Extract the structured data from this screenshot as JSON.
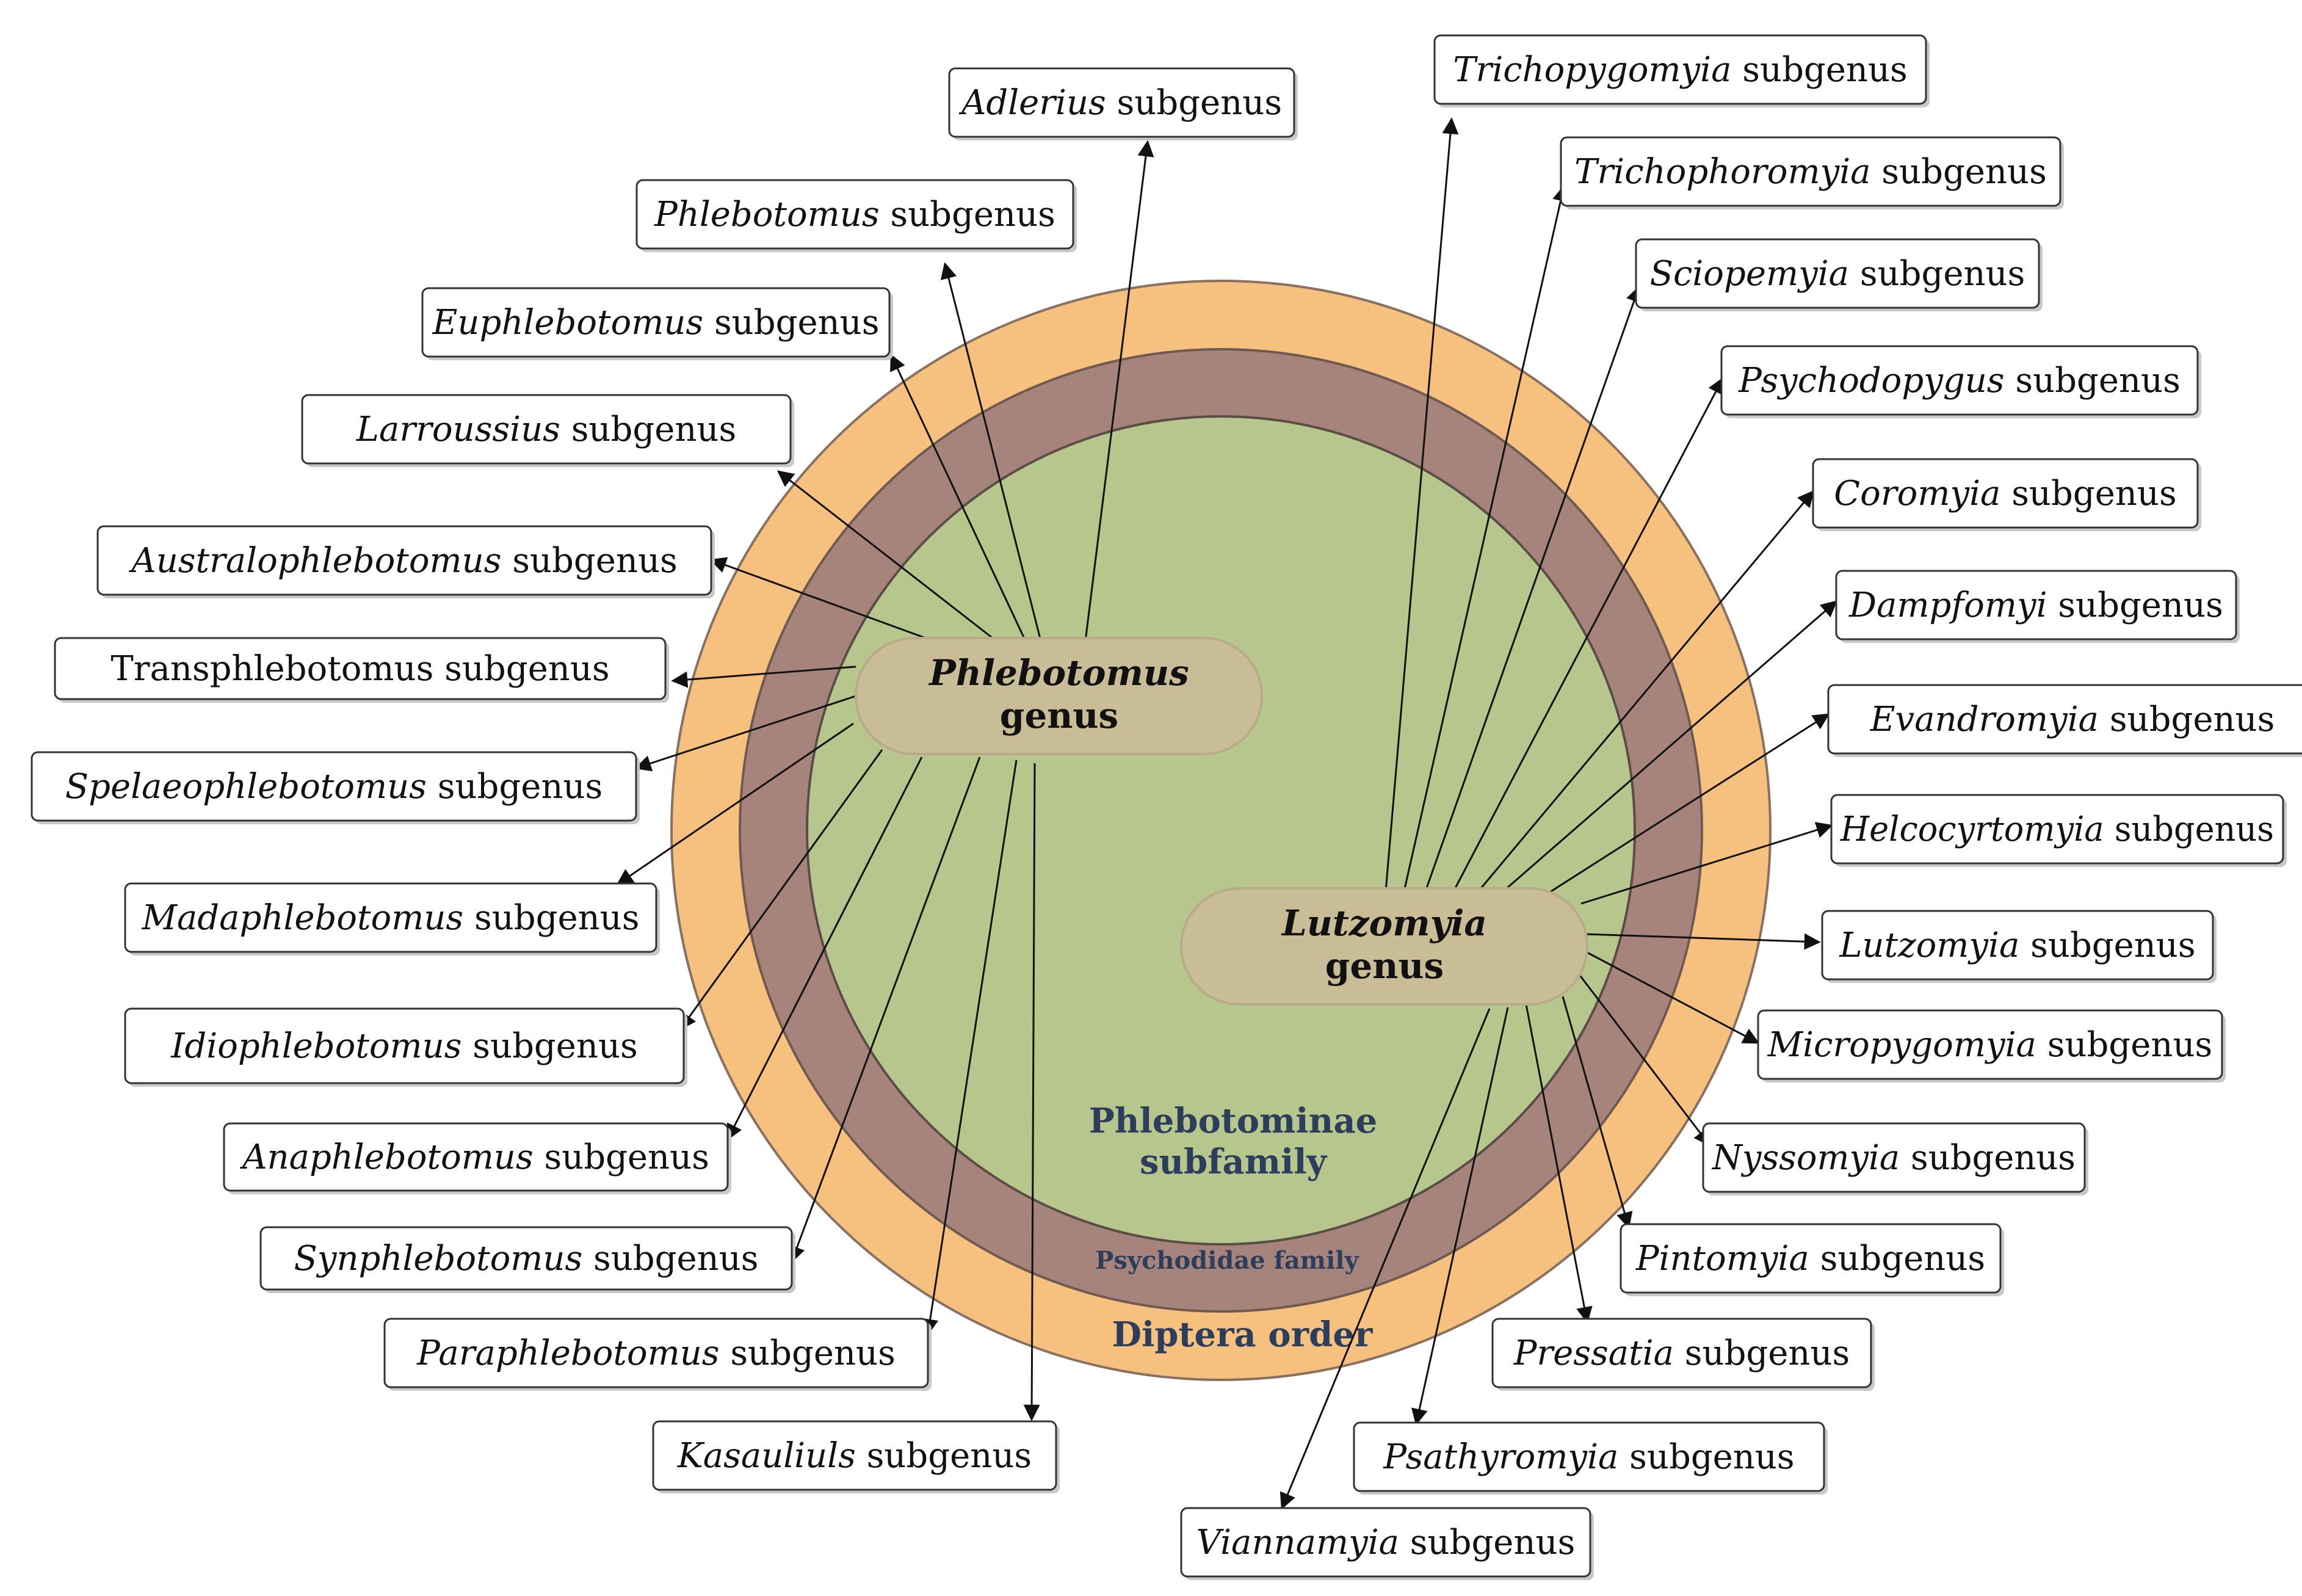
{
  "colors": {
    "diptera_ring": "#f6c07f",
    "psychodidae_ring": "#a6847b",
    "phlebotominae_core": "#b7c68c",
    "genus_pill": "#c9bd98",
    "ring_text": "#2c3e5c"
  },
  "rings": {
    "order": "Diptera order",
    "family": "Psychodidae family",
    "subfamily_line1": "Phlebotominae",
    "subfamily_line2": "subfamily"
  },
  "genera": {
    "phlebotomus": {
      "name": "Phlebotomus",
      "suffix": "genus"
    },
    "lutzomyia": {
      "name": "Lutzomyia",
      "suffix": "genus"
    }
  },
  "subgenera": [
    {
      "id": "adlerius",
      "name": "Adlerius",
      "italic": true,
      "suffix": " subgenus",
      "genus": "phlebotomus"
    },
    {
      "id": "phlebotomus",
      "name": "Phlebotomus",
      "italic": true,
      "suffix": " subgenus",
      "genus": "phlebotomus"
    },
    {
      "id": "euphlebotomus",
      "name": "Euphlebotomus",
      "italic": true,
      "suffix": " subgenus",
      "genus": "phlebotomus"
    },
    {
      "id": "larroussius",
      "name": "Larroussius",
      "italic": true,
      "suffix": " subgenus",
      "genus": "phlebotomus"
    },
    {
      "id": "australophlebotomus",
      "name": "Australophlebotomus",
      "italic": true,
      "suffix": " subgenus",
      "genus": "phlebotomus"
    },
    {
      "id": "transphlebotomus",
      "name": "Transphlebotomus",
      "italic": false,
      "suffix": " subgenus",
      "genus": "phlebotomus"
    },
    {
      "id": "spelaeophlebotomus",
      "name": "Spelaeophlebotomus",
      "italic": true,
      "suffix": " subgenus",
      "genus": "phlebotomus"
    },
    {
      "id": "madaphlebotomus",
      "name": "Madaphlebotomus",
      "italic": true,
      "suffix": " subgenus",
      "genus": "phlebotomus"
    },
    {
      "id": "idiophlebotomus",
      "name": "Idiophlebotomus",
      "italic": true,
      "suffix": " subgenus",
      "genus": "phlebotomus"
    },
    {
      "id": "anaphlebotomus",
      "name": "Anaphlebotomus",
      "italic": true,
      "suffix": " subgenus",
      "genus": "phlebotomus"
    },
    {
      "id": "synphlebotomus",
      "name": "Synphlebotomus",
      "italic": true,
      "suffix": " subgenus",
      "genus": "phlebotomus"
    },
    {
      "id": "paraphlebotomus",
      "name": "Paraphlebotomus",
      "italic": true,
      "suffix": " subgenus",
      "genus": "phlebotomus"
    },
    {
      "id": "kasauliuls",
      "name": "Kasauliuls",
      "italic": true,
      "suffix": " subgenus",
      "genus": "phlebotomus"
    },
    {
      "id": "trichopygomyia",
      "name": "Trichopygomyia",
      "italic": true,
      "suffix": " subgenus",
      "genus": "lutzomyia"
    },
    {
      "id": "trichophoromyia",
      "name": "Trichophoromyia",
      "italic": true,
      "suffix": " subgenus",
      "genus": "lutzomyia"
    },
    {
      "id": "sciopemyia",
      "name": "Sciopemyia",
      "italic": true,
      "suffix": " subgenus",
      "genus": "lutzomyia"
    },
    {
      "id": "psychodopygus",
      "name": "Psychodopygus",
      "italic": true,
      "suffix": " subgenus",
      "genus": "lutzomyia"
    },
    {
      "id": "coromyia",
      "name": "Coromyia",
      "italic": true,
      "suffix": " subgenus",
      "genus": "lutzomyia"
    },
    {
      "id": "dampfomyi",
      "name": "Dampfomyi",
      "italic": true,
      "suffix": " subgenus",
      "genus": "lutzomyia"
    },
    {
      "id": "evandromyia",
      "name": "Evandromyia",
      "italic": true,
      "suffix": " subgenus",
      "genus": "lutzomyia"
    },
    {
      "id": "helcocyrtomyia",
      "name": "Helcocyrtomyia",
      "italic": true,
      "suffix": " subgenus",
      "genus": "lutzomyia"
    },
    {
      "id": "lutzomyia",
      "name": "Lutzomyia",
      "italic": true,
      "suffix": " subgenus",
      "genus": "lutzomyia"
    },
    {
      "id": "micropygomyia",
      "name": "Micropygomyia",
      "italic": true,
      "suffix": " subgenus",
      "genus": "lutzomyia"
    },
    {
      "id": "nyssomyia",
      "name": "Nyssomyia",
      "italic": true,
      "suffix": " subgenus",
      "genus": "lutzomyia"
    },
    {
      "id": "pintomyia",
      "name": "Pintomyia",
      "italic": true,
      "suffix": " subgenus",
      "genus": "lutzomyia"
    },
    {
      "id": "pressatia",
      "name": "Pressatia",
      "italic": true,
      "suffix": " subgenus",
      "genus": "lutzomyia"
    },
    {
      "id": "psathyromyia",
      "name": "Psathyromyia",
      "italic": true,
      "suffix": " subgenus",
      "genus": "lutzomyia"
    },
    {
      "id": "viannamyia",
      "name": "Viannamyia",
      "italic": true,
      "suffix": " subgenus",
      "genus": "lutzomyia"
    }
  ]
}
